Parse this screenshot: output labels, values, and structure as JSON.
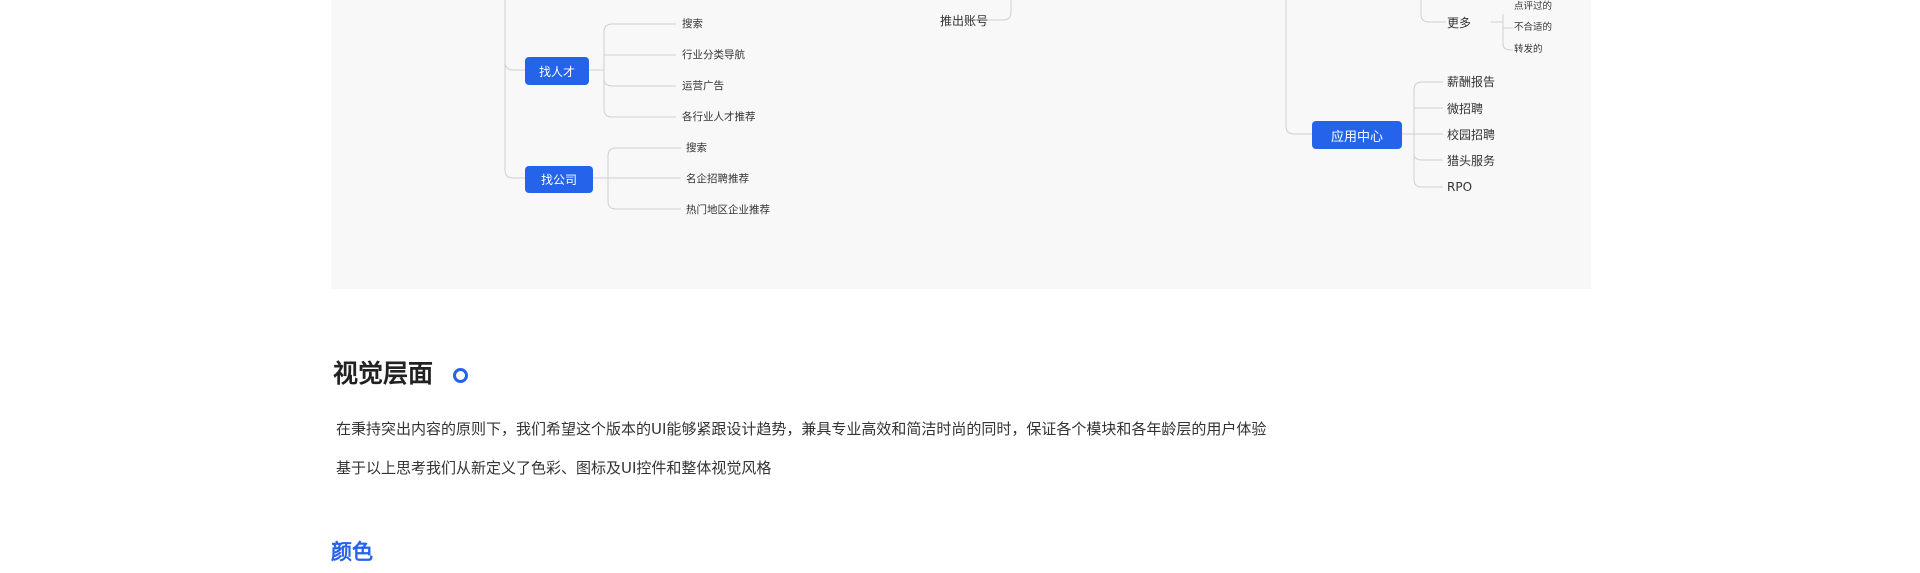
{
  "mindmap": {
    "left_branch": [
      {
        "label": "找人才",
        "children": [
          "搜索",
          "行业分类导航",
          "运营广告",
          "各行业人才推荐"
        ]
      },
      {
        "label": "找公司",
        "children": [
          "搜索",
          "名企招聘推荐",
          "热门地区企业推荐"
        ]
      }
    ],
    "middle": {
      "logout_label": "推出账号"
    },
    "right_branch": {
      "more": {
        "label": "更多",
        "children": [
          "点评过的",
          "不合适的",
          "转发的"
        ]
      },
      "app_center": {
        "label": "应用中心",
        "children": [
          "薪酬报告",
          "微招聘",
          "校园招聘",
          "猎头服务",
          "RPO"
        ]
      }
    }
  },
  "section": {
    "title": "视觉层面",
    "paragraph_1": "在秉持突出内容的原则下，我们希望这个版本的UI能够紧跟设计趋势，兼具专业高效和简洁时尚的同时，保证各个模块和各年龄层的用户体验",
    "paragraph_2": "基于以上思考我们从新定义了色彩、图标及UI控件和整体视觉风格"
  },
  "color_heading": "颜色",
  "colors": {
    "accent": "#2563eb",
    "panel_bg": "#f8f8f8",
    "connector": "#cfcfcf"
  }
}
